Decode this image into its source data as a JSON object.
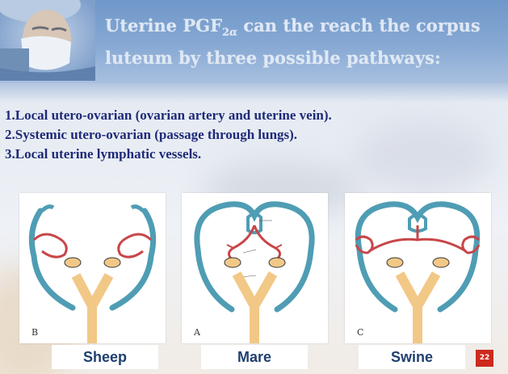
{
  "slide": {
    "title_prefix": "Uterine PGF",
    "title_subscript_2": "2",
    "title_subscript_alpha": "α",
    "title_suffix": " can the reach the corpus luteum by three possible pathways:",
    "pathways": [
      "1.Local utero-ovarian (ovarian artery and uterine vein).",
      "2.Systemic utero-ovarian (passage through lungs).",
      "3.Local uterine lymphatic vessels."
    ],
    "panels": [
      {
        "letter": "B",
        "species": "Sheep"
      },
      {
        "letter": "A",
        "species": "Mare"
      },
      {
        "letter": "C",
        "species": "Swine"
      }
    ],
    "page_number": "22"
  },
  "colors": {
    "header": "#7fa3d0",
    "list_text": "#1f2a78",
    "artery_red": "#c8464a",
    "vein_teal": "#4f9db4",
    "uterus_tan": "#f2c887",
    "page_badge": "#cc2a1e"
  }
}
